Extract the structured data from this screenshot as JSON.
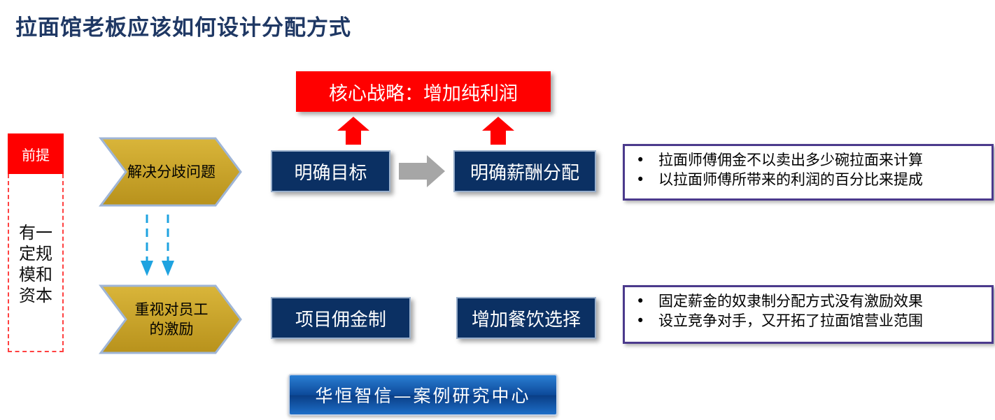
{
  "title": "拉面馆老板应该如何设计分配方式",
  "core_strategy": "核心战略：增加纯利润",
  "premise": {
    "label": "前提",
    "lines": [
      "有一",
      "定规",
      "模和",
      "资本"
    ]
  },
  "chevrons": {
    "top": "解决分歧问题",
    "bottom_line1": "重视对员工",
    "bottom_line2": "的激励"
  },
  "row1": {
    "box1": "明确目标",
    "box2": "明确薪酬分配",
    "bullets": [
      "拉面师傅佣金不以卖出多少碗拉面来计算",
      "以拉面师傅所带来的利润的百分比来提成"
    ]
  },
  "row2": {
    "box1": "项目佣金制",
    "box2": "增加餐饮选择",
    "bullets": [
      "固定薪金的奴隶制分配方式没有激励效果",
      "设立竞争对手，又开拓了拉面馆营业范围"
    ]
  },
  "footer": "华恒智信—案例研究中心",
  "colors": {
    "title": "#1f3864",
    "red": "#ff0000",
    "navy": "#0b3063",
    "gold": "#c9a227",
    "arrow_cyan": "#1fa3e0",
    "arrow_gray": "#a6a6a6",
    "bullet_border": "#4b3a8c"
  }
}
